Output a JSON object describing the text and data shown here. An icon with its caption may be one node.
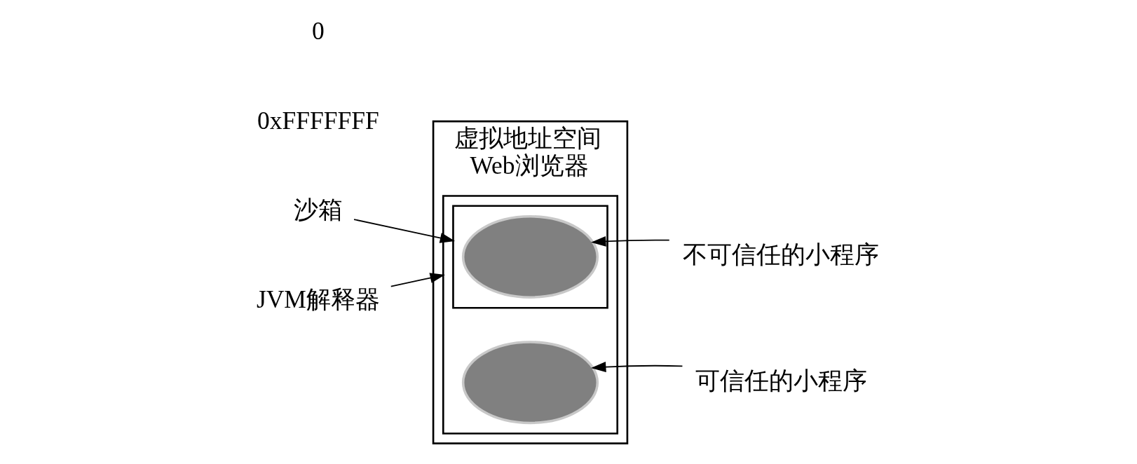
{
  "diagram": {
    "nodes": [
      {
        "text": [
          "虚拟地址空间",
          "Web浏览器"
        ],
        "beside": [
          "0xFFFFFFF",
          "0"
        ]
      },
      {
        "text": [],
        "shape": "box",
        "in": 0
      },
      {
        "text": [],
        "shape": "box",
        "in": 1
      },
      {
        "text": [],
        "shape": "ellipse",
        "in": 2
      },
      {
        "text": [],
        "shape": "ellipse",
        "in": 1
      },
      {
        "text": [
          "沙箱"
        ]
      },
      {
        "text": [
          "JVM解释器"
        ]
      },
      {
        "text": [
          "不可信任的小程序"
        ]
      },
      {
        "text": [
          "可信任的小程序"
        ]
      }
    ],
    "edges": [
      {
        "from": 5,
        "to": 2,
        "arrow": "to"
      },
      {
        "from": 6,
        "to": 1,
        "arrow": "to"
      },
      {
        "from": 7,
        "to": 3,
        "arrow": "to"
      },
      {
        "from": 8,
        "to": 4,
        "arrow": "to"
      }
    ]
  }
}
